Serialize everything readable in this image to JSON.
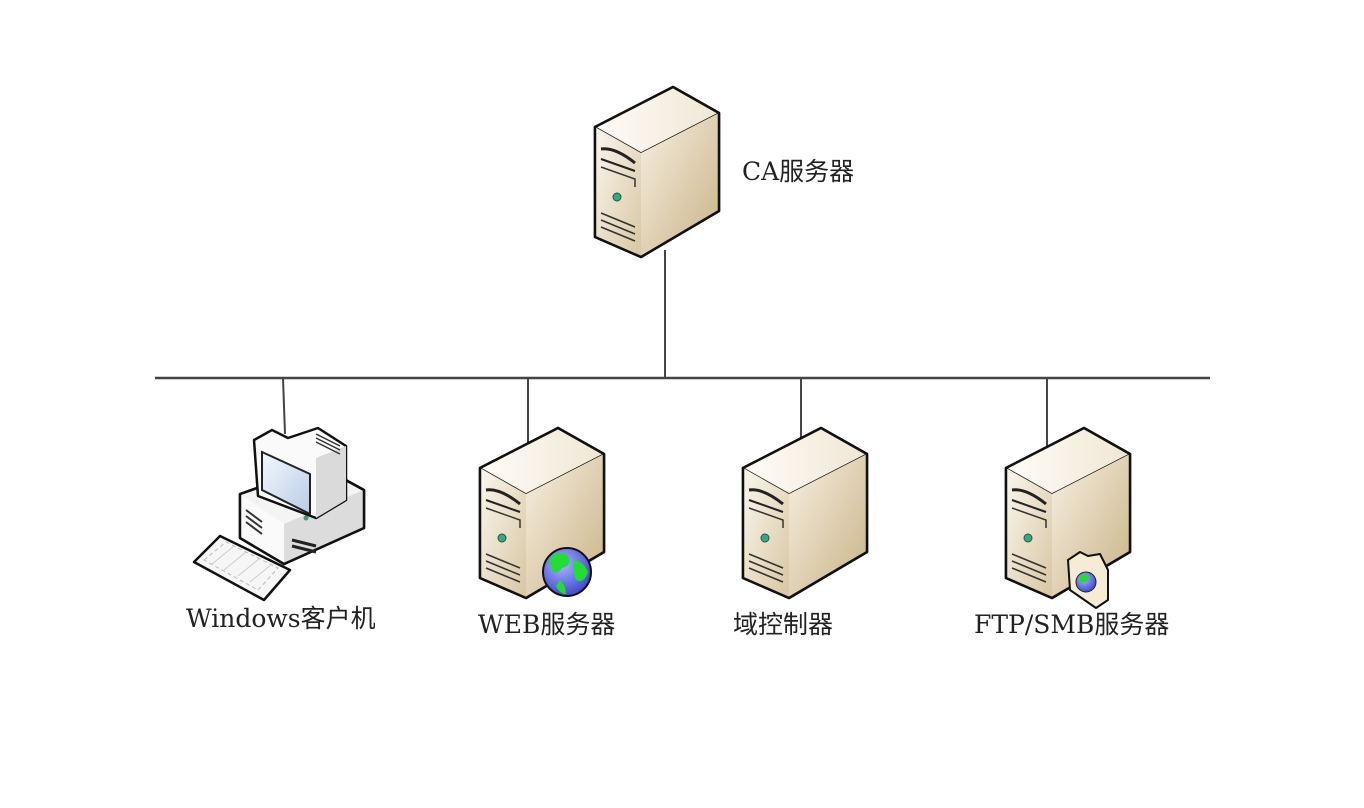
{
  "diagram": {
    "type": "network-topology",
    "colors": {
      "line": "#444444",
      "server_front": "#efe6d4",
      "server_side": "#d9c8a6",
      "outline": "#111111"
    },
    "top_node": {
      "id": "ca",
      "label": "CA服务器",
      "icon": "server-icon"
    },
    "bus": {
      "label": ""
    },
    "nodes": [
      {
        "id": "client",
        "label": "Windows客户机",
        "icon": "workstation-icon"
      },
      {
        "id": "web",
        "label": "WEB服务器",
        "icon": "web-server-icon"
      },
      {
        "id": "dc",
        "label": "域控制器",
        "icon": "server-icon"
      },
      {
        "id": "ftp",
        "label": "FTP/SMB服务器",
        "icon": "file-server-icon"
      }
    ]
  }
}
